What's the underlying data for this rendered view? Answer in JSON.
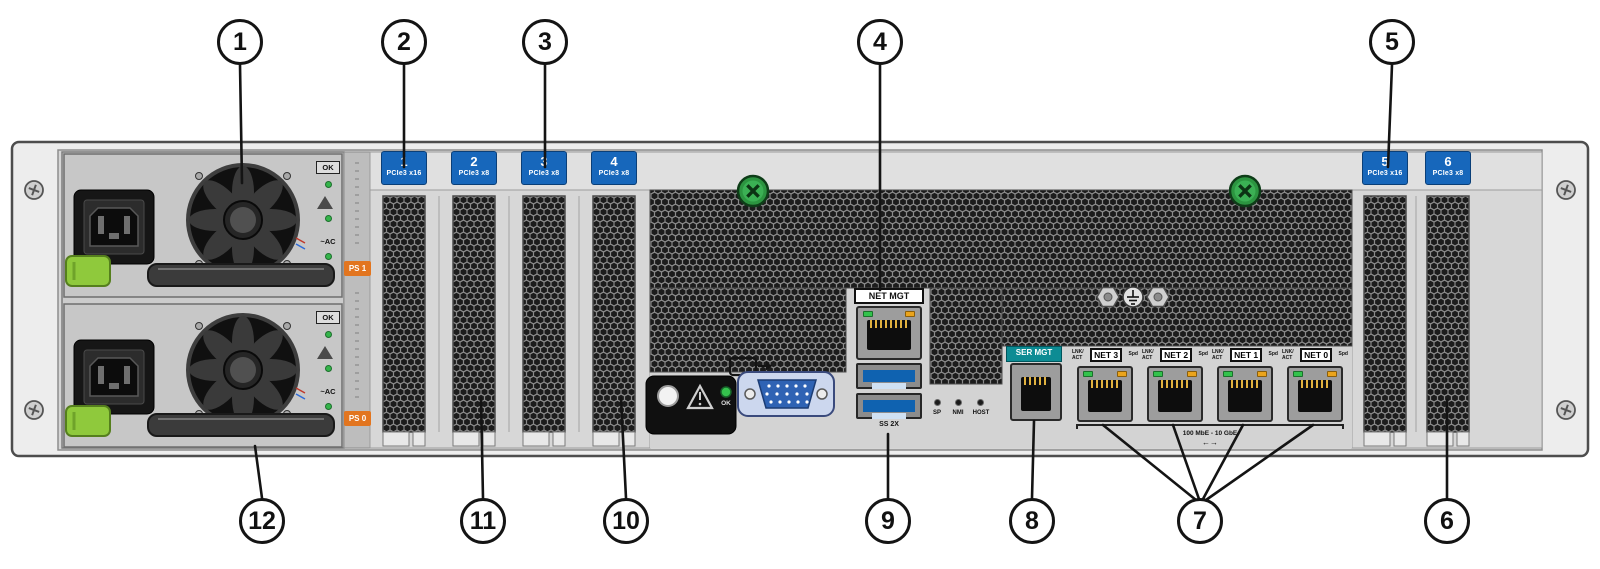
{
  "callouts": [
    "1",
    "2",
    "3",
    "4",
    "5",
    "6",
    "7",
    "8",
    "9",
    "10",
    "11",
    "12"
  ],
  "pcie_slots": [
    {
      "num": "1",
      "type": "PCIe3 x16"
    },
    {
      "num": "2",
      "type": "PCIe3 x8"
    },
    {
      "num": "3",
      "type": "PCIe3 x8"
    },
    {
      "num": "4",
      "type": "PCIe3 x8"
    },
    {
      "num": "5",
      "type": "PCIe3 x16"
    },
    {
      "num": "6",
      "type": "PCIe3 x8"
    }
  ],
  "psu": {
    "ps1": "PS 1",
    "ps0": "PS 0",
    "ok": "OK",
    "ac": "~AC"
  },
  "ports": {
    "net_mgt": "NET MGT",
    "ser_mgt": "SER MGT",
    "usb": "SS 2X",
    "net": [
      {
        "label": "NET 3"
      },
      {
        "label": "NET 2"
      },
      {
        "label": "NET 1"
      },
      {
        "label": "NET 0"
      }
    ],
    "lnk1": "LNK/",
    "lnk2": "ACT",
    "spd": "Spd",
    "pinholes": [
      "SP",
      "NMI",
      "HOST"
    ],
    "speed_note": "100 MbE - 10 GbE",
    "speed_arrows": "←→",
    "status_ok": "OK"
  }
}
